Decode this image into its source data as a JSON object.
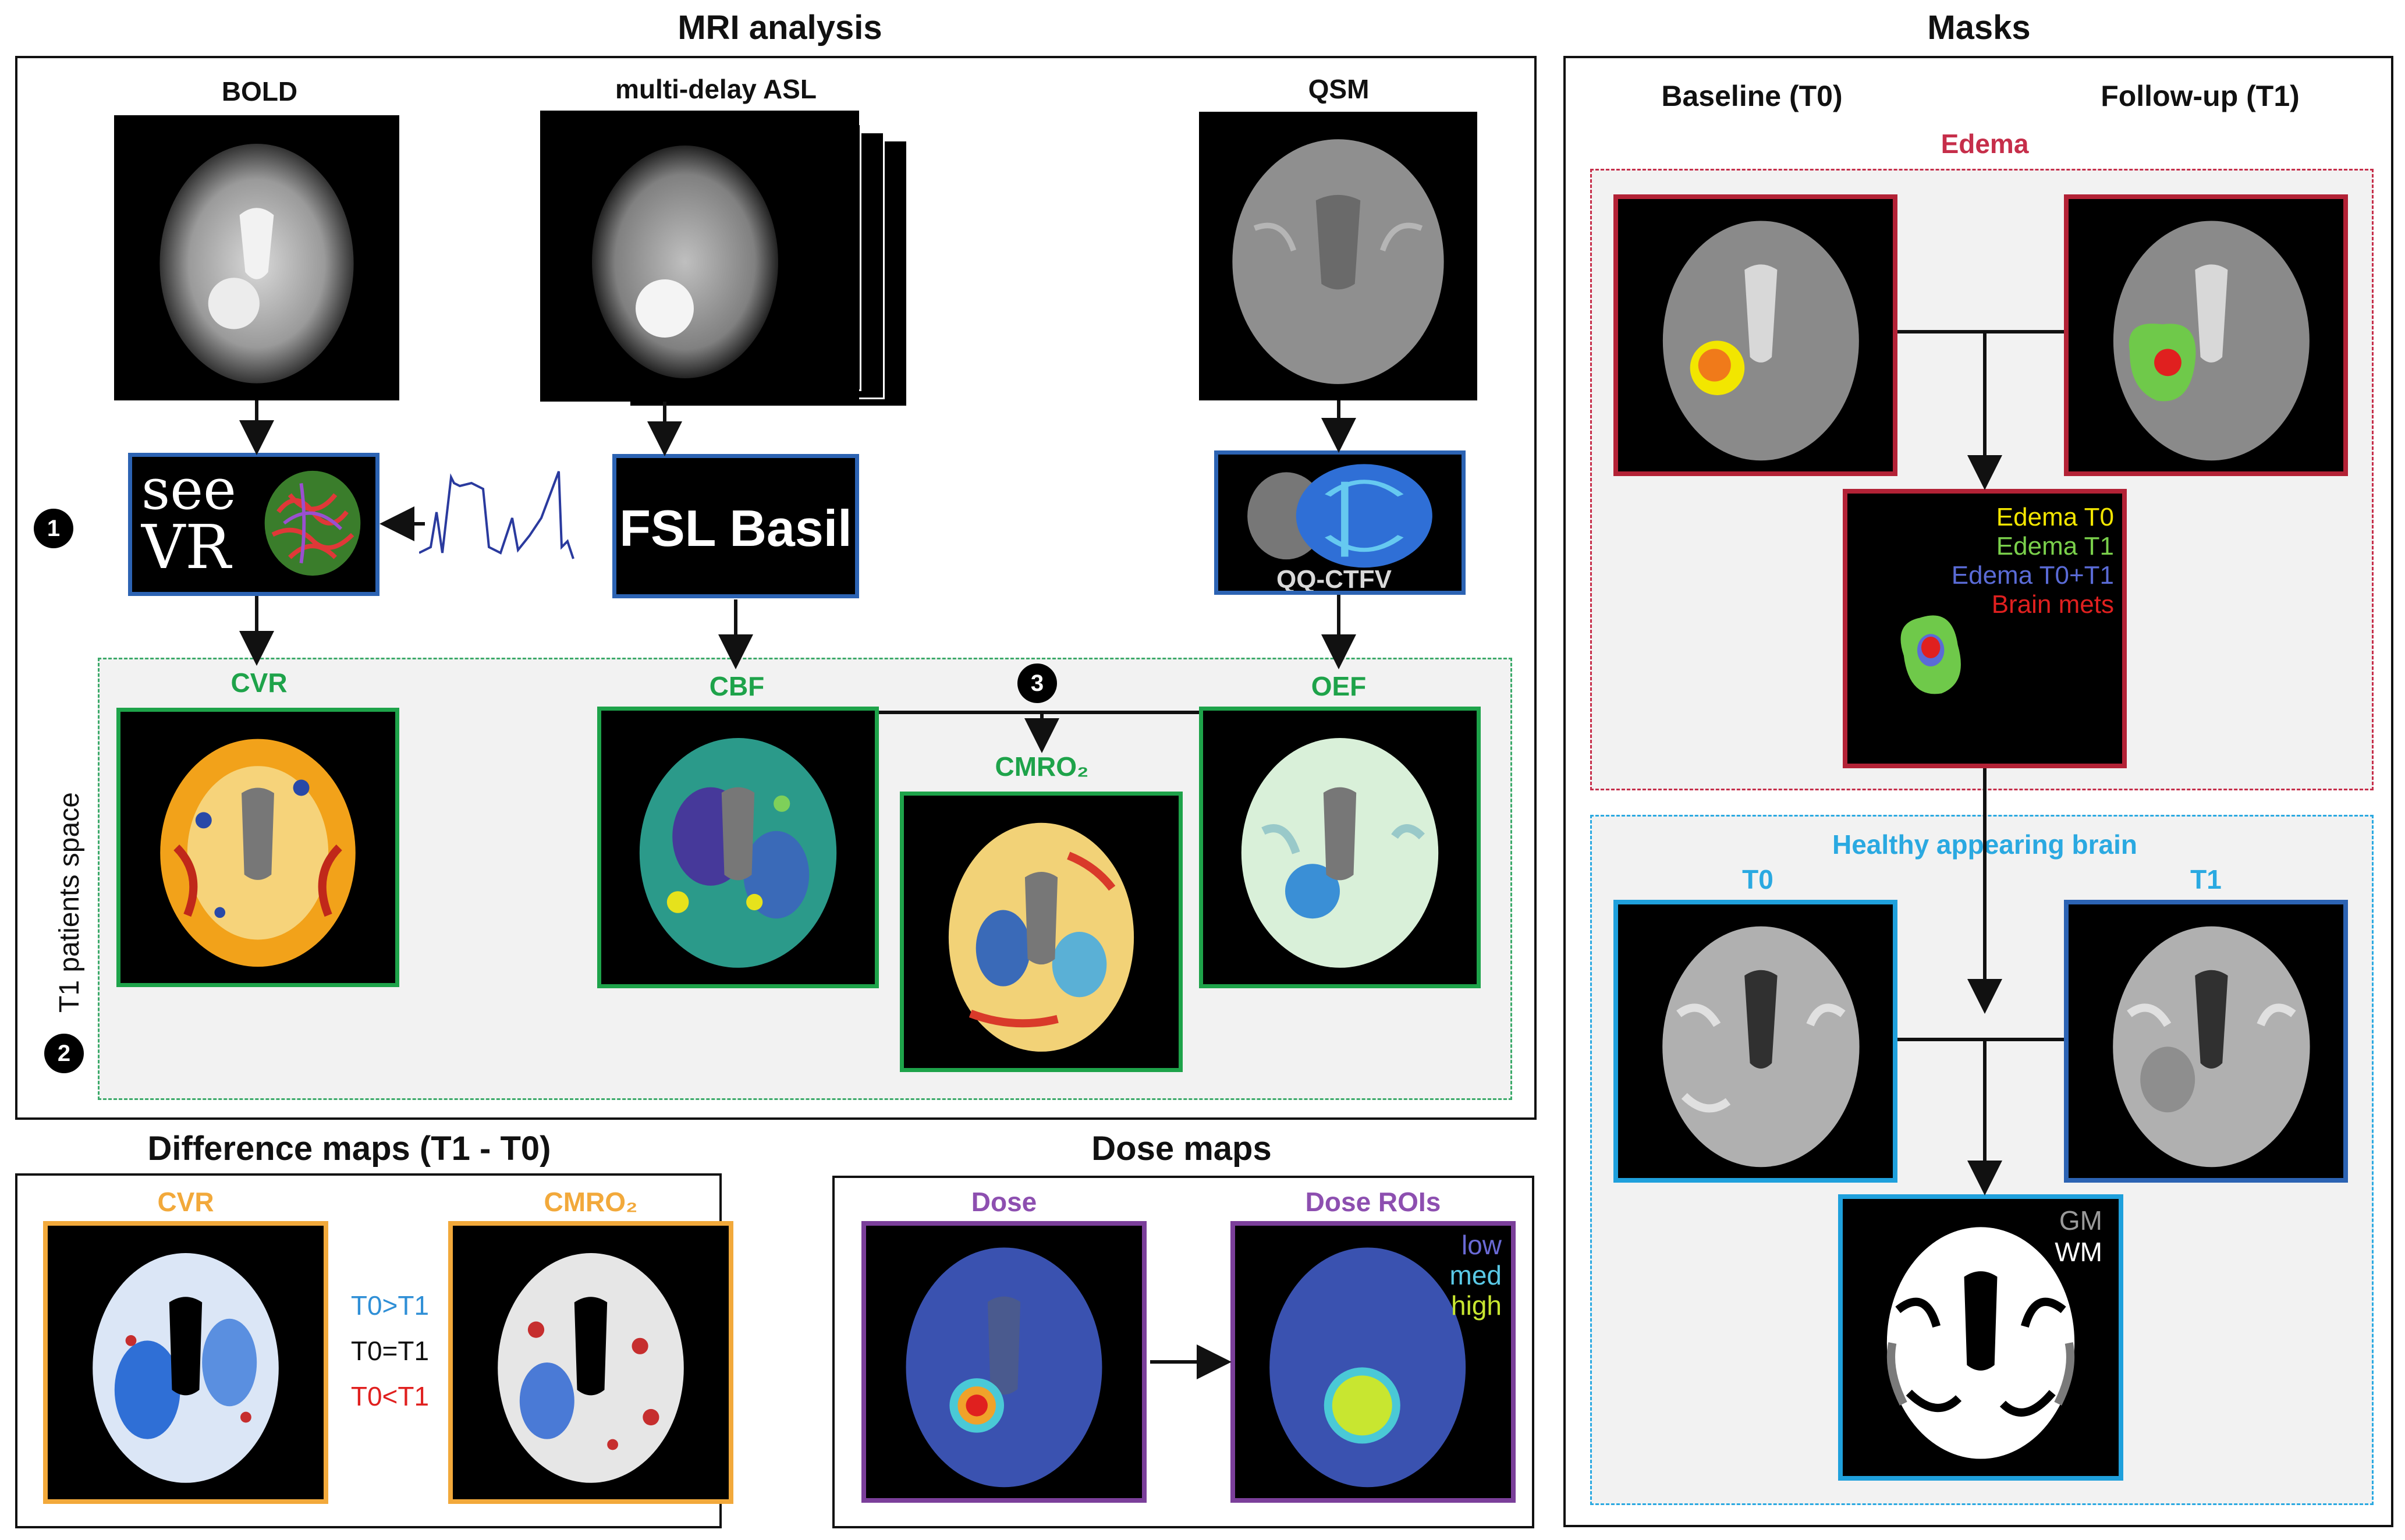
{
  "sections": {
    "mri_analysis": "MRI analysis",
    "masks": "Masks",
    "difference_maps": "Difference maps (T1 - T0)",
    "dose_maps": "Dose maps"
  },
  "mri": {
    "bold_label": "BOLD",
    "asl_label": "multi-delay ASL",
    "qsm_label": "QSM",
    "seevr_line1": "see",
    "seevr_line2": "VR",
    "fsl_basil": "FSL Basil",
    "qq_ctfv": "QQ-CTFV",
    "space_label": "T1 patients space",
    "cvr_label": "CVR",
    "cbf_label": "CBF",
    "cmro2_label": "CMRO₂",
    "oef_label": "OEF",
    "badge_1": "1",
    "badge_2": "2",
    "badge_3": "3"
  },
  "masks": {
    "baseline": "Baseline (T0)",
    "followup": "Follow-up (T1)",
    "edema_title": "Edema",
    "legend": [
      {
        "text": "Edema T0",
        "color": "#f3e600"
      },
      {
        "text": "Edema T1",
        "color": "#7ad04b"
      },
      {
        "text": "Edema T0+T1",
        "color": "#5a6bd6"
      },
      {
        "text": "Brain mets",
        "color": "#e0201f"
      }
    ],
    "healthy_title": "Healthy appearing brain",
    "t0": "T0",
    "t1": "T1",
    "gm": "GM",
    "wm": "WM"
  },
  "diff": {
    "cvr_label": "CVR",
    "cmro2_label": "CMRO₂",
    "legend": [
      {
        "text": "T0>T1",
        "color": "#2f8fd6"
      },
      {
        "text": "T0=T1",
        "color": "#111111"
      },
      {
        "text": "T0<T1",
        "color": "#e0201f"
      }
    ]
  },
  "dose": {
    "dose_label": "Dose",
    "rois_label": "Dose ROIs",
    "low": "low",
    "med": "med",
    "high": "high"
  },
  "colors": {
    "green_frame": "#1ea34a",
    "blue_frame": "#2c63b3",
    "red_frame": "#b32236",
    "cyan_frame": "#1fa0dc",
    "orange_frame": "#f2a93b",
    "purple_frame": "#7b3f9a"
  }
}
